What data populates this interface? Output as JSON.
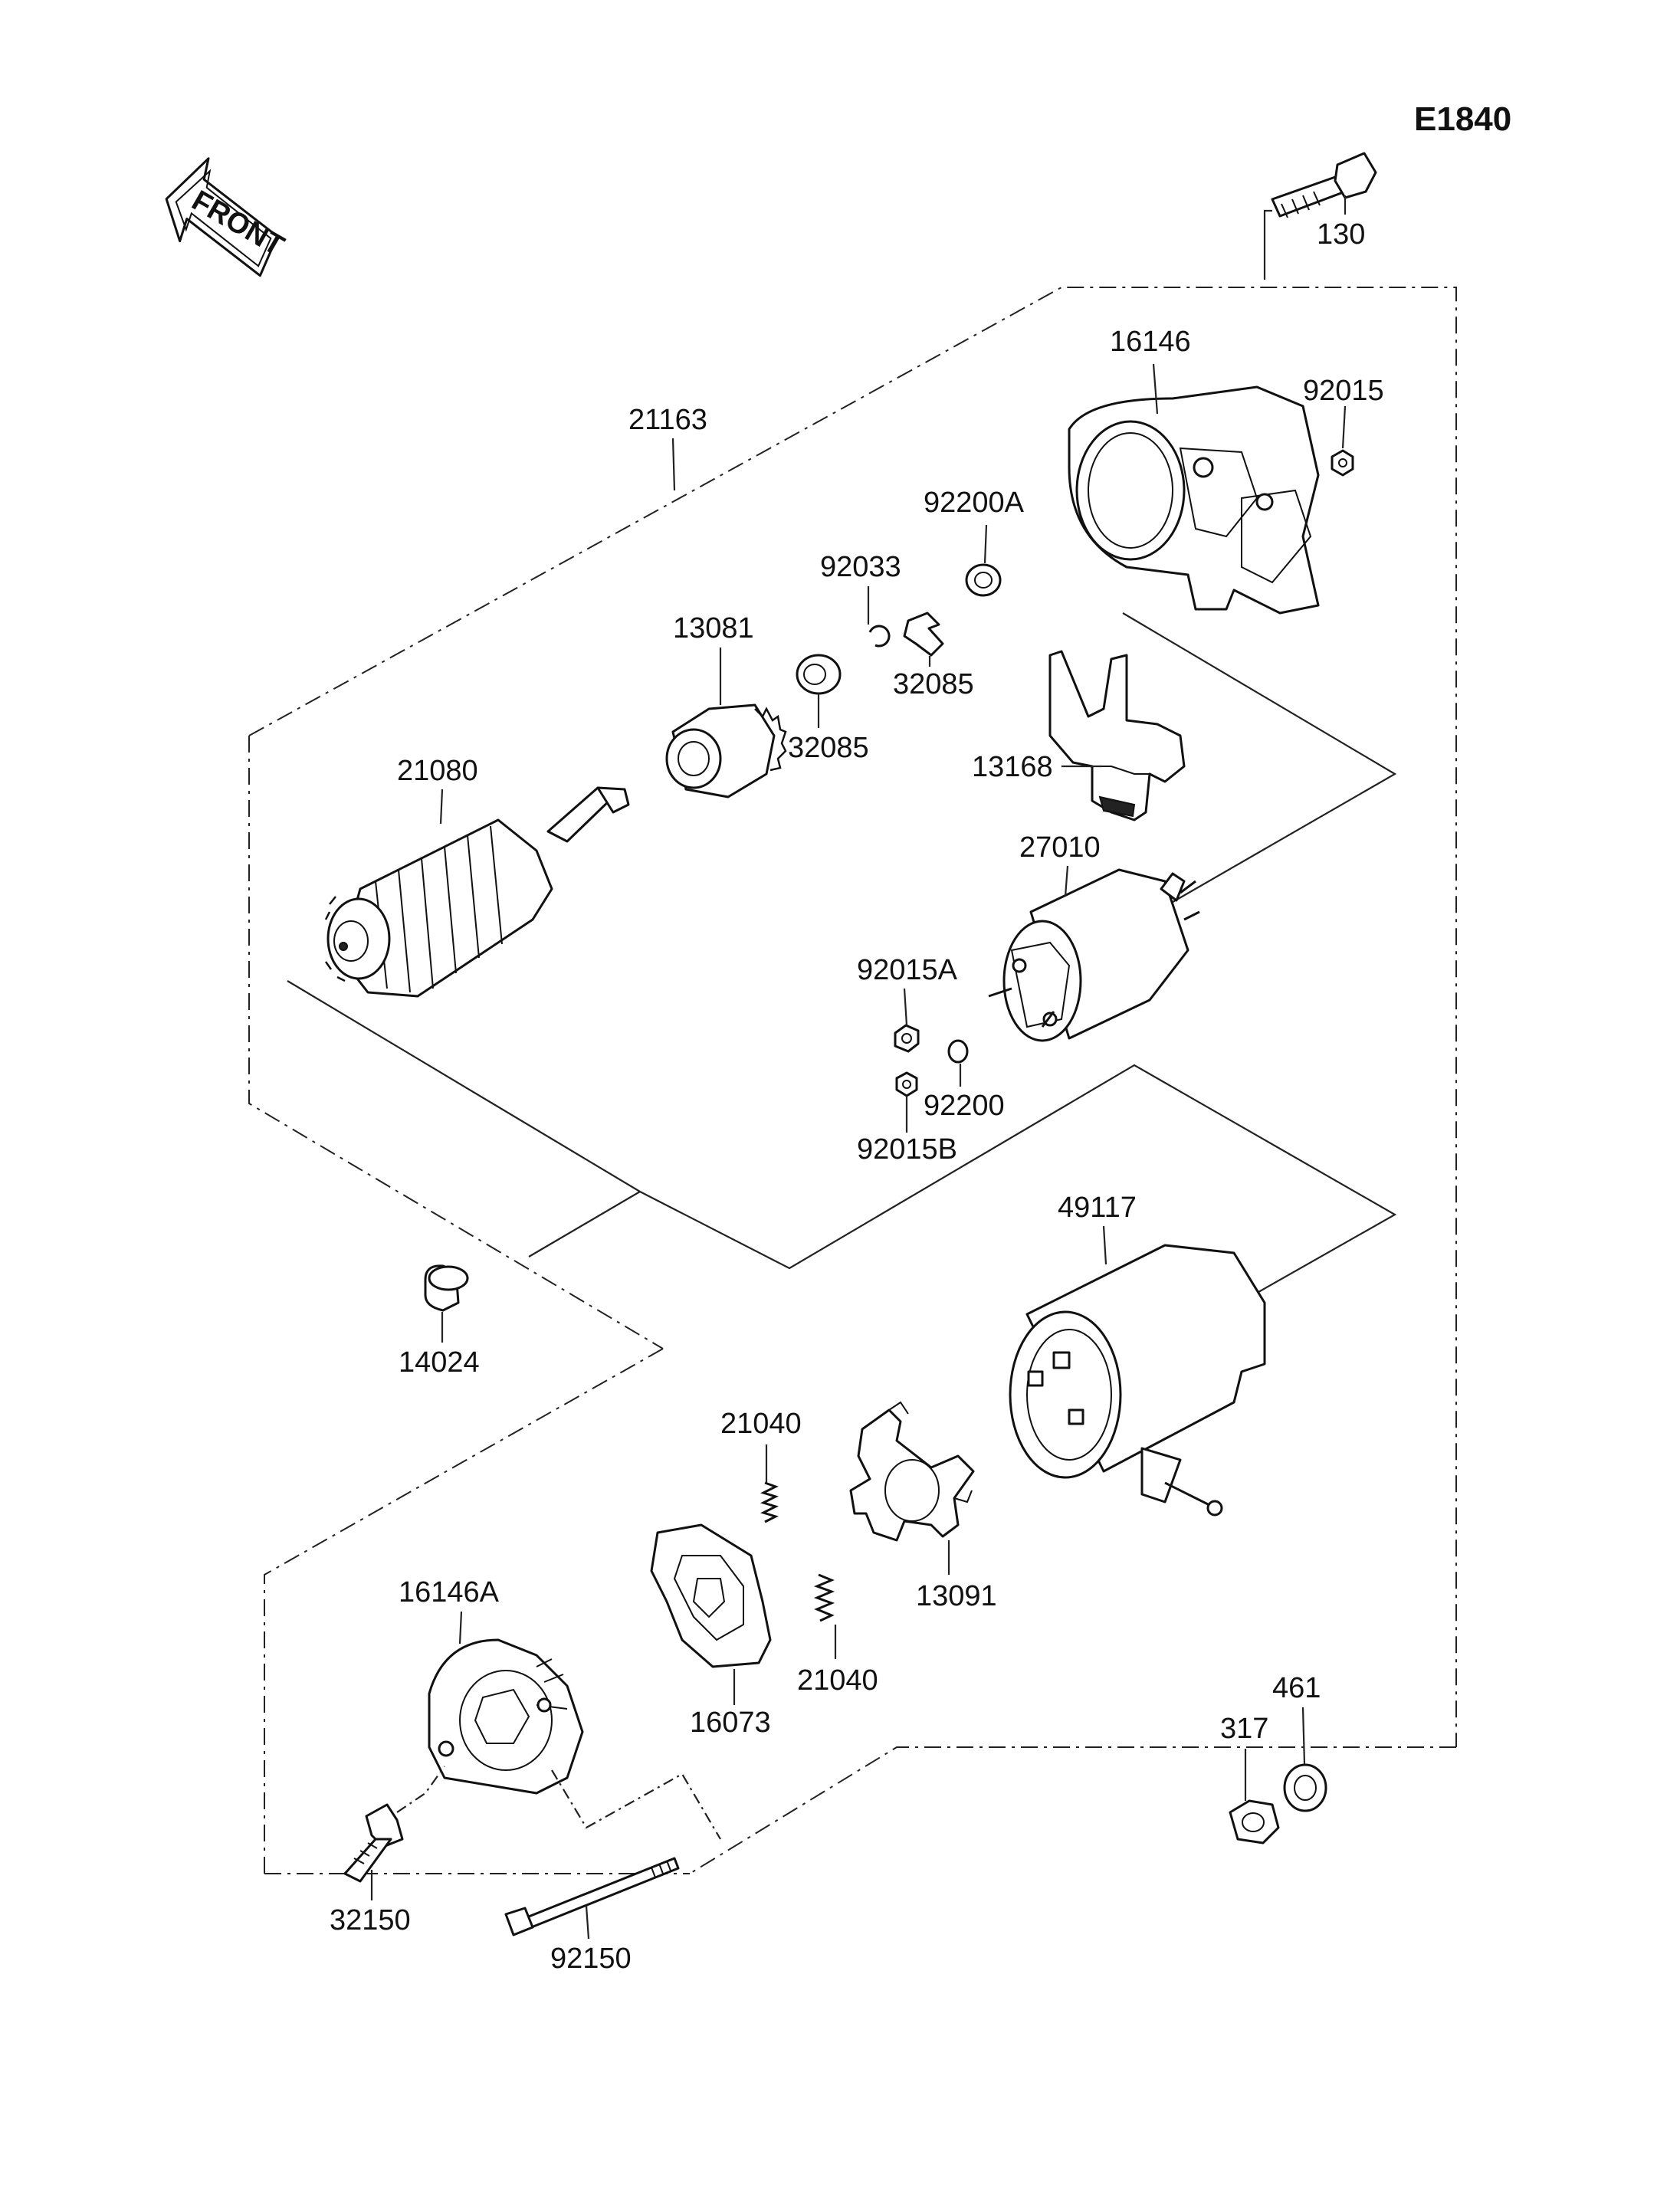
{
  "diagram_code": "E1840",
  "front_label": "FRONT",
  "parts": {
    "p130": "130",
    "p16146": "16146",
    "p92015": "92015",
    "p21163": "21163",
    "p92200A": "92200A",
    "p92033": "92033",
    "p32085a": "32085",
    "p32085b": "32085",
    "p13081": "13081",
    "p13168": "13168",
    "p21080": "21080",
    "p27010": "27010",
    "p92015A": "92015A",
    "p92200": "92200",
    "p92015B": "92015B",
    "p49117": "49117",
    "p14024": "14024",
    "p21040a": "21040",
    "p21040b": "21040",
    "p13091": "13091",
    "p16146A": "16146A",
    "p16073": "16073",
    "p317": "317",
    "p461": "461",
    "p32150": "32150",
    "p92150": "92150"
  },
  "line_color": "#111111",
  "background": "#ffffff"
}
